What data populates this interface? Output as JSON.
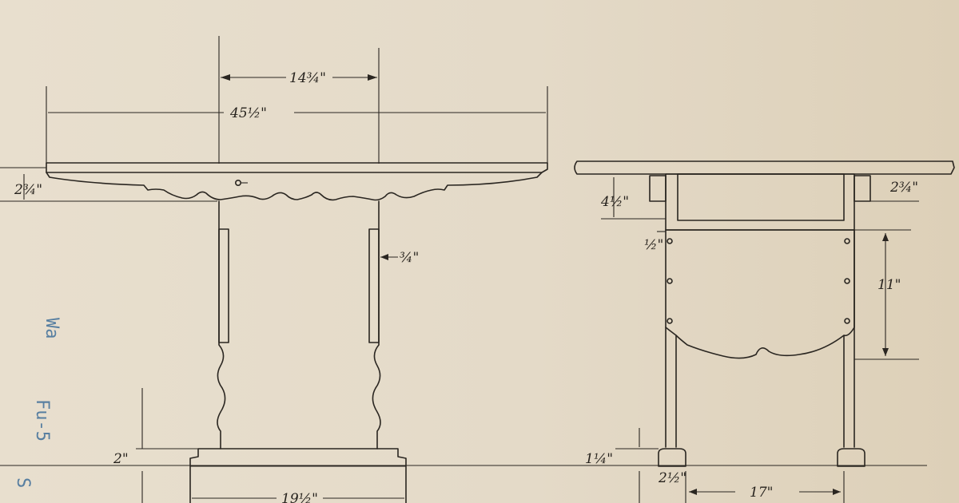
{
  "front_view": {
    "dim_top": "14¾\"",
    "dim_overall": "45½\"",
    "dim_apron": "2¾\"",
    "dim_leg_inset": "¾\"",
    "dim_base_height": "2\"",
    "dim_base_width": "19½\""
  },
  "side_view": {
    "dim_drawer": "4½\"",
    "dim_rail": "½\"",
    "dim_apron": "2¾\"",
    "dim_panel": "11\"",
    "dim_foot_height": "1¼\"",
    "dim_foot_width": "2½\"",
    "dim_span": "17\""
  },
  "margin_note": {
    "line1": "Wa",
    "line2": "Fu-5",
    "line3": "S"
  },
  "colors": {
    "paper": "#e6dccb",
    "ink": "#2a2621",
    "note_blue": "#3f6f9a"
  }
}
